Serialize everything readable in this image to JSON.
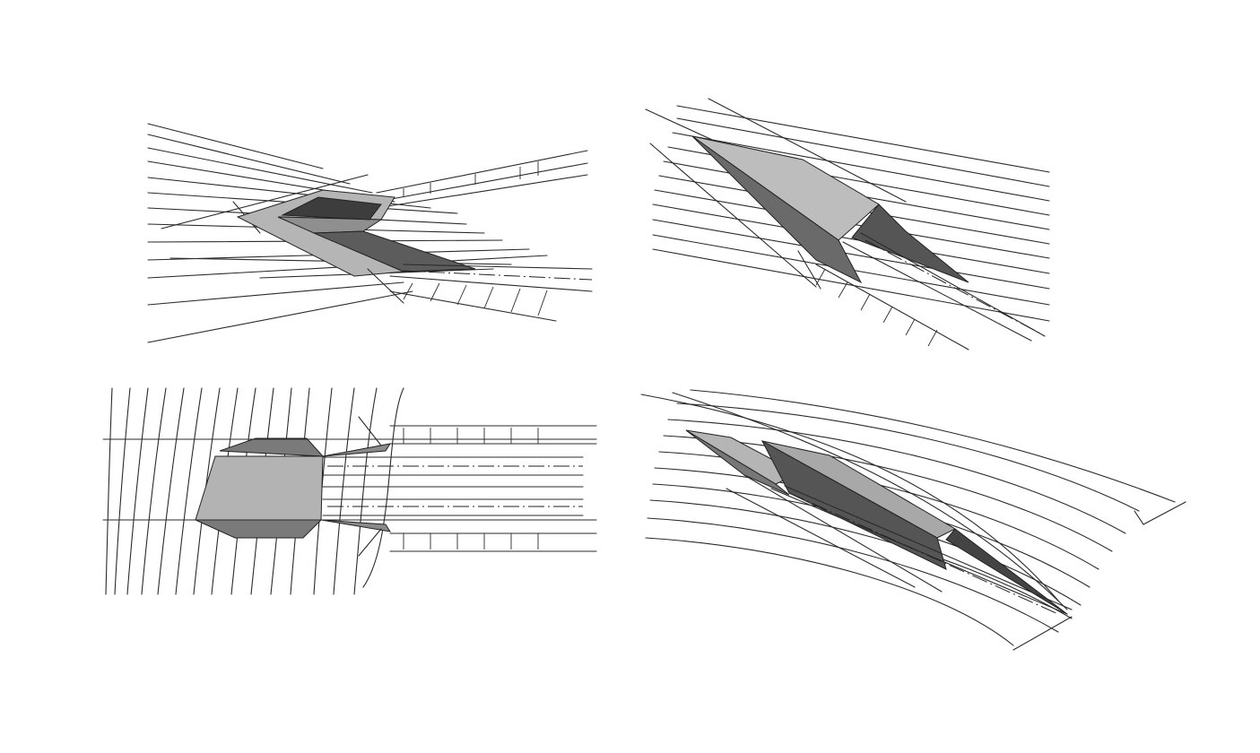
{
  "figure": {
    "panels": [
      {
        "id": "a",
        "view": "perspective-view-left"
      },
      {
        "id": "b",
        "view": "perspective-view-right"
      },
      {
        "id": "c",
        "view": "plan-view"
      },
      {
        "id": "d",
        "view": "aerial-view-curved"
      }
    ]
  },
  "colors": {
    "background": "#ffffff",
    "linework": "#2a2a2a",
    "portal_light": "#b9b9b9",
    "portal_mid": "#9a9a9a",
    "portal_dark": "#6f6f6f"
  }
}
